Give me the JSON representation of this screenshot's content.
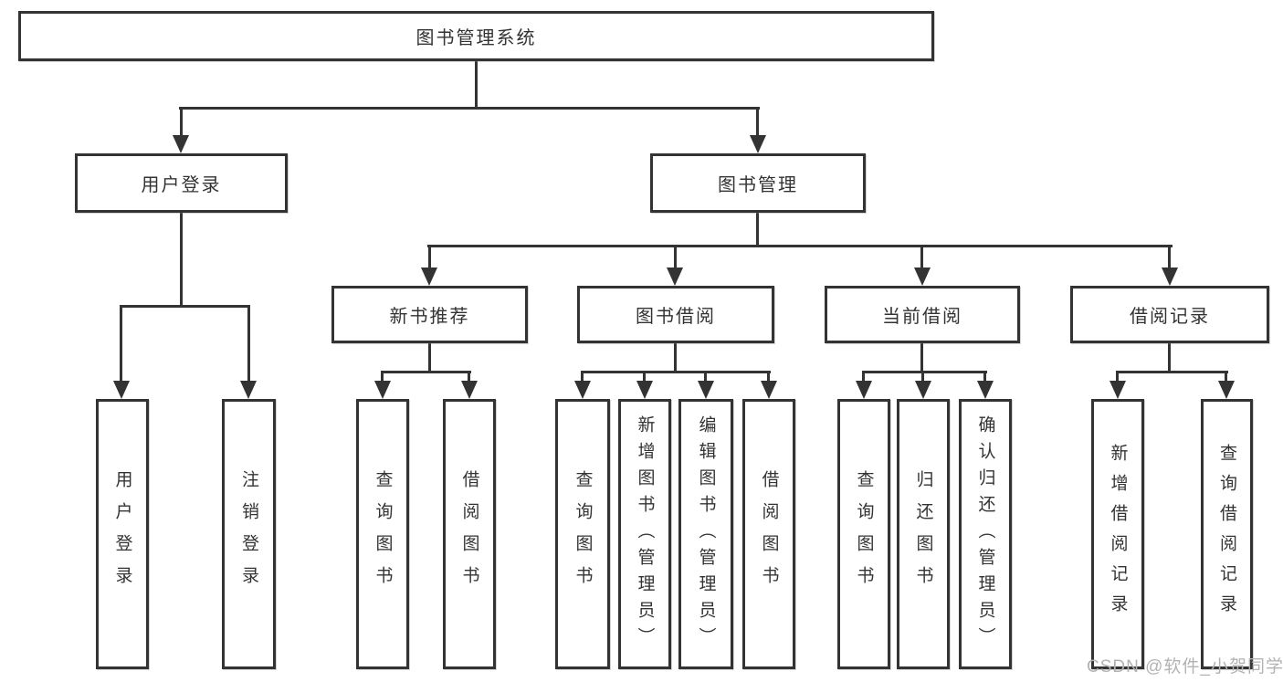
{
  "tree": {
    "root": {
      "label": "图书管理系统"
    },
    "level2": [
      {
        "label": "用户登录",
        "children": [
          {
            "label": "用户登录"
          },
          {
            "label": "注销登录"
          }
        ]
      },
      {
        "label": "图书管理",
        "children": [
          {
            "label": "新书推荐",
            "children": [
              {
                "label": "查询图书"
              },
              {
                "label": "借阅图书"
              }
            ]
          },
          {
            "label": "图书借阅",
            "children": [
              {
                "label": "查询图书"
              },
              {
                "label": "新增图书（管理员）"
              },
              {
                "label": "编辑图书（管理员）"
              },
              {
                "label": "借阅图书"
              }
            ]
          },
          {
            "label": "当前借阅",
            "children": [
              {
                "label": "查询图书"
              },
              {
                "label": "归还图书"
              },
              {
                "label": "确认归还（管理员）"
              }
            ]
          },
          {
            "label": "借阅记录",
            "children": [
              {
                "label": "新增借阅记录"
              },
              {
                "label": "查询借阅记录"
              }
            ]
          }
        ]
      }
    ]
  },
  "watermark": {
    "text": "CSDN @软件_小贺同学"
  },
  "colors": {
    "line": "#333333",
    "node_border": "#333333",
    "node_text": "#333333",
    "background": "#ffffff",
    "watermark": "#b3b3b3"
  }
}
